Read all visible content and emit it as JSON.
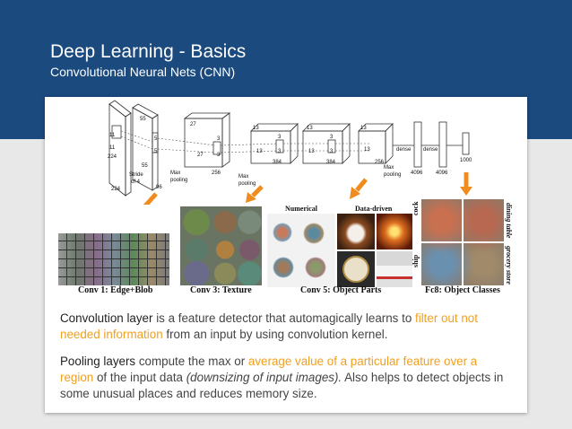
{
  "slide": {
    "title": "Deep Learning - Basics",
    "subtitle": "Convolutional Neural Nets (CNN)"
  },
  "colors": {
    "header_bg": "#1a4a7e",
    "accent": "#f0a020",
    "arrow": "#f08c1e"
  },
  "diagram": {
    "labels": {
      "dim_224a": "224",
      "dim_224b": "224",
      "dim_11a": "11",
      "dim_11b": "11",
      "dim_55a": "55",
      "dim_55b": "55",
      "dim_5a": "5",
      "dim_5b": "5",
      "stride": "Stride",
      "of4": "of 4",
      "dim_96": "96",
      "dim_27a": "27",
      "dim_27b": "27",
      "dim_3a": "3",
      "dim_3b": "3",
      "dim_256a": "256",
      "maxpool1a": "Max",
      "maxpool1b": "pooling",
      "dim_13a": "13",
      "dim_13b": "13",
      "dim_3c": "3",
      "dim_3d": "3",
      "dim_384a": "384",
      "maxpool2a": "Max",
      "maxpool2b": "pooling",
      "dim_13c": "13",
      "dim_13d": "13",
      "dim_3e": "3",
      "dim_3f": "3",
      "dim_384b": "384",
      "dim_13e": "13",
      "dim_13f": "13",
      "dim_256b": "256",
      "maxpool3a": "Max",
      "maxpool3b": "pooling",
      "dense1": "dense",
      "dense2": "dense",
      "dim_4096a": "4096",
      "dim_4096b": "4096",
      "dim_1000": "1000"
    },
    "panels": {
      "numerical": "Numerical",
      "data_driven": "Data-driven",
      "cock": "cock",
      "ship": "ship",
      "dining_table": "dining table",
      "grocery_store": "grocery store"
    },
    "captions": {
      "conv1": "Conv 1: Edge+Blob",
      "conv3": "Conv 3: Texture",
      "conv5": "Conv 5: Object Parts",
      "fc8": "Fc8: Object Classes"
    }
  },
  "text": {
    "p1_a": "Convolution layer",
    "p1_b": " is a feature detector that automagically learns to ",
    "p1_c": "filter out not needed information",
    "p1_d": " from an input by using convolution kernel.",
    "p2_a": "Pooling layers",
    "p2_b": " compute the max or ",
    "p2_c": "average value of a particular feature over a region",
    "p2_d": " of the input data ",
    "p2_e": "(downsizing of input images).",
    "p2_f": " Also helps to detect objects in some unusual places and reduces memory size."
  }
}
